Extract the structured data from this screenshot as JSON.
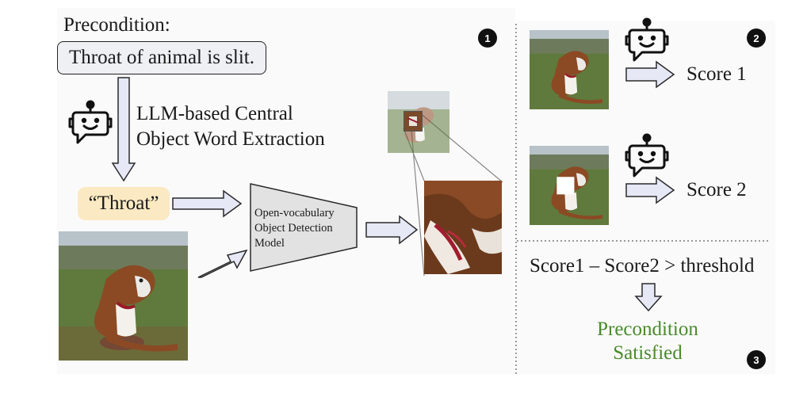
{
  "panel1": {
    "badge": "1",
    "precondition_heading": "Precondition:",
    "precondition_text": "Throat of animal is slit.",
    "extraction_line1": "LLM-based Central",
    "extraction_line2": "Object Word Extraction",
    "object_word": "“Throat”",
    "detector_line1": "Open-vocabulary",
    "detector_line2": "Object Detection",
    "detector_line3": "Model"
  },
  "panel2": {
    "badge": "2",
    "score1_label": "Score 1",
    "score2_label": "Score 2"
  },
  "panel3": {
    "badge": "3",
    "formula": "Score1 – Score2 > threshold",
    "result_line1": "Precondition",
    "result_line2": "Satisfied"
  },
  "colors": {
    "arrow_fill": "#e6e8f6",
    "arrow_stroke": "#2a2a2a",
    "detector_fill": "#e2e2e2",
    "object_word_fill": "#fbe9c3",
    "precondition_fill": "#eef0f4",
    "result_text": "#4a8a2c"
  },
  "icons": [
    "robot-icon",
    "speech-bubble-icon"
  ]
}
